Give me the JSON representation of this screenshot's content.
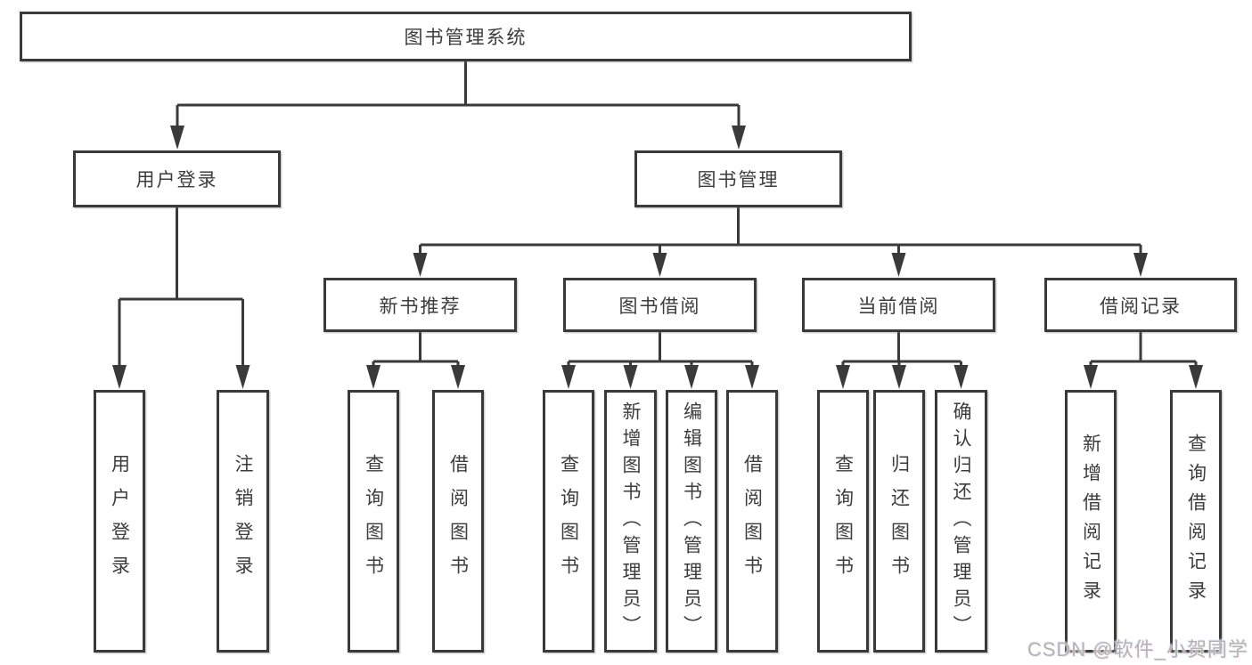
{
  "tree": {
    "root": "图书管理系统",
    "children": [
      {
        "label": "用户登录",
        "children": [
          {
            "label": "用户登录"
          },
          {
            "label": "注销登录"
          }
        ]
      },
      {
        "label": "图书管理",
        "children": [
          {
            "label": "新书推荐",
            "children": [
              {
                "label": "查询图书"
              },
              {
                "label": "借阅图书"
              }
            ]
          },
          {
            "label": "图书借阅",
            "children": [
              {
                "label": "查询图书"
              },
              {
                "label": "新增图书（管理员）"
              },
              {
                "label": "编辑图书（管理员）"
              },
              {
                "label": "借阅图书"
              }
            ]
          },
          {
            "label": "当前借阅",
            "children": [
              {
                "label": "查询图书"
              },
              {
                "label": "归还图书"
              },
              {
                "label": "确认归还（管理员）"
              }
            ]
          },
          {
            "label": "借阅记录",
            "children": [
              {
                "label": "新增借阅记录"
              },
              {
                "label": "查询借阅记录"
              }
            ]
          }
        ]
      }
    ]
  },
  "watermark": {
    "text": "CSDN @软件_小贺同学"
  },
  "colors": {
    "line": "#3a3a3a",
    "box_border": "#3a3a3a",
    "box_fill": "#ffffff",
    "text": "#3c3c3c",
    "watermark": "#b2b2b2"
  }
}
